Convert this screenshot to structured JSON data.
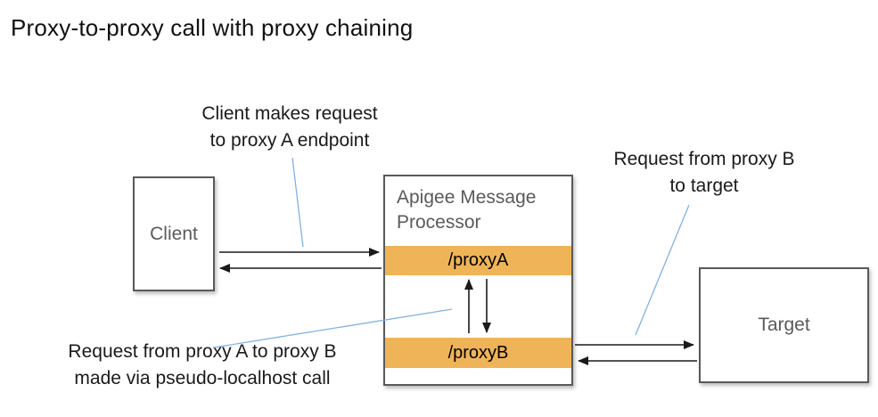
{
  "title": "Proxy-to-proxy call with proxy chaining",
  "colors": {
    "accent_orange": "#efb457",
    "box_border": "#58595b",
    "box_label": "#595a5c",
    "callout_blue": "#7fb2e5",
    "arrow_black": "#1a1a1a",
    "text_black": "#111111"
  },
  "nodes": {
    "client": {
      "label": "Client"
    },
    "message_processor": {
      "label": "Apigee Message\nProcessor",
      "endpoints": [
        {
          "label": "/proxyA"
        },
        {
          "label": "/proxyB"
        }
      ]
    },
    "target": {
      "label": "Target"
    }
  },
  "annotations": {
    "client_request": "Client makes request\nto proxy A endpoint",
    "proxy_b_to_target": "Request from proxy B\nto target",
    "proxy_a_to_b": "Request from proxy A to proxy B\nmade via pseudo-localhost call"
  }
}
